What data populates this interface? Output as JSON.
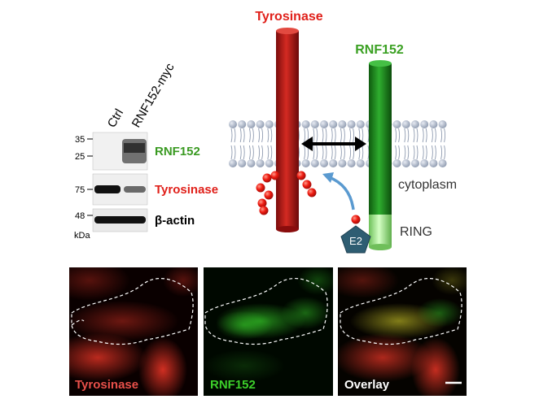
{
  "western_blot": {
    "lane_labels": [
      "Ctrl",
      "RNF152-myc"
    ],
    "ladder_unit": "kDa",
    "rows": [
      {
        "target": "RNF152",
        "markers": [
          "35",
          "25"
        ],
        "color": "#3a9a22"
      },
      {
        "target": "Tyrosinase",
        "markers": [
          "75"
        ],
        "color": "#e0201a"
      },
      {
        "target": "β-actin",
        "markers": [
          "48"
        ],
        "color": "#000000"
      }
    ]
  },
  "schematic": {
    "labels": {
      "tyrosinase": "Tyrosinase",
      "rnf152": "RNF152",
      "cytoplasm": "cytoplasm",
      "ring": "RING",
      "e2": "E2"
    },
    "colors": {
      "tyrosinase": "#c0171a",
      "rnf152": "#1f8f1f",
      "ring": "#b6f0a0",
      "ubiquitin": "#ee1a10",
      "e2": "#2e5d72",
      "arrow": "#5a9ad0",
      "lipid_head": "#a9b4c6"
    }
  },
  "micrographs": [
    {
      "label": "Tyrosinase",
      "label_color": "#e8504a",
      "channel": "red"
    },
    {
      "label": "RNF152",
      "label_color": "#3ccf2a",
      "channel": "green"
    },
    {
      "label": "Overlay",
      "label_color": "#ffffff",
      "channel": "overlay"
    }
  ]
}
